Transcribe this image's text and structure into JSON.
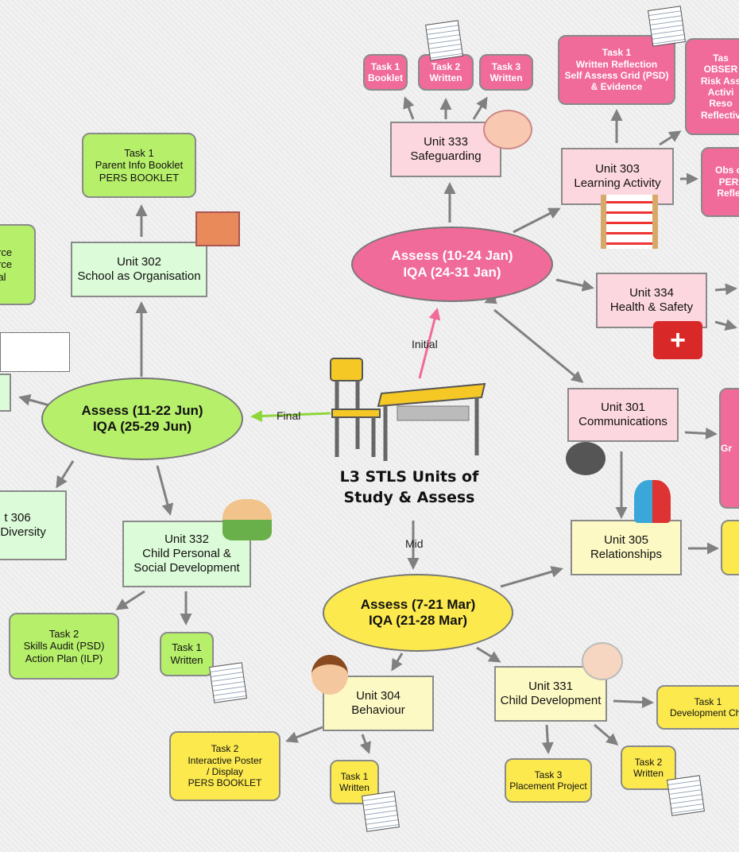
{
  "center": {
    "title_lines": [
      "L3 STLS Units of",
      "Study & Assess"
    ]
  },
  "edge_labels": {
    "initial": "Initial",
    "final": "Final",
    "mid": "Mid"
  },
  "colors": {
    "pink": "#f06a9a",
    "pink_light": "#fdd7df",
    "yellow": "#fbe94e",
    "yellow_light": "#fdf9c4",
    "green": "#b6ef6a",
    "green_light": "#dcfbd8",
    "arrow": "#808080"
  },
  "nodes": {
    "jan": {
      "lines": [
        "Assess (10-24 Jan)",
        "IQA (24-31 Jan)"
      ]
    },
    "mar": {
      "lines": [
        "Assess (7-21 Mar)",
        "IQA (21-28 Mar)"
      ]
    },
    "jun": {
      "lines": [
        "Assess (11-22 Jun)",
        "IQA (25-29 Jun)"
      ]
    },
    "u333": {
      "lines": [
        "Unit 333",
        "Safeguarding"
      ]
    },
    "t333a": {
      "lines": [
        "Task 1",
        "Booklet"
      ]
    },
    "t333b": {
      "lines": [
        "Task 2",
        "Written"
      ]
    },
    "t333c": {
      "lines": [
        "Task 3",
        "Written"
      ]
    },
    "u303": {
      "lines": [
        "Unit 303",
        "Learning Activity"
      ]
    },
    "t303a": {
      "lines": [
        "Task 1",
        "Written Reflection",
        "Self Assess Grid (PSD)",
        "& Evidence"
      ]
    },
    "t303b": {
      "lines": [
        "Tas",
        "OBSER",
        "Risk Ass",
        "Activi",
        "Reso",
        "Reflectiv"
      ]
    },
    "t303c": {
      "lines": [
        "Obs o",
        "PER",
        "Refle"
      ]
    },
    "u334": {
      "lines": [
        "Unit 334",
        "Health & Safety"
      ]
    },
    "u301": {
      "lines": [
        "Unit 301",
        "Communications"
      ]
    },
    "t301": {
      "lines": [
        "Gr",
        "",
        "",
        ""
      ]
    },
    "u305": {
      "lines": [
        "Unit 305",
        "Relationships"
      ]
    },
    "t305": {
      "lines": [
        ""
      ]
    },
    "u304": {
      "lines": [
        "Unit 304",
        "Behaviour"
      ]
    },
    "t304a": {
      "lines": [
        "Task 1",
        "Written"
      ]
    },
    "t304b": {
      "lines": [
        "Task 2",
        "Interactive Poster",
        "/ Display",
        "PERS BOOKLET"
      ]
    },
    "u331": {
      "lines": [
        "Unit 331",
        "Child Development"
      ]
    },
    "t331a": {
      "lines": [
        "Task 1",
        "Development Cha"
      ]
    },
    "t331b": {
      "lines": [
        "Task 2",
        "Written"
      ]
    },
    "t331c": {
      "lines": [
        "Task 3",
        "Placement Project"
      ]
    },
    "u302": {
      "lines": [
        "Unit 302",
        "School as Organisation"
      ]
    },
    "t302": {
      "lines": [
        "Task 1",
        "Parent Info Booklet",
        "PERS BOOKLET"
      ]
    },
    "tleft": {
      "lines": [
        "urce",
        "urce",
        "al"
      ]
    },
    "uleft": {
      "lines": [
        ""
      ]
    },
    "u306": {
      "lines": [
        "t 306",
        "& Diversity"
      ]
    },
    "u332": {
      "lines": [
        "Unit 332",
        "Child Personal &",
        "Social Development"
      ]
    },
    "t332a": {
      "lines": [
        "Task 1",
        "Written"
      ]
    },
    "t332b": {
      "lines": [
        "Task 2",
        "Skills Audit (PSD)",
        "Action Plan (ILP)"
      ]
    }
  }
}
